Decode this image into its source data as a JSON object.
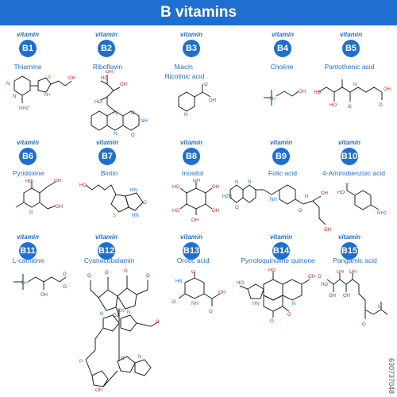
{
  "title": "B vitamins",
  "badge_word": "vitamin",
  "vitamins": [
    {
      "code": "B1",
      "name": "Thiamine"
    },
    {
      "code": "B2",
      "name": "Riboflavin"
    },
    {
      "code": "B3",
      "name": "Niacin",
      "subname": "Nicotinic acid"
    },
    {
      "code": "B4",
      "name": "Choline"
    },
    {
      "code": "B5",
      "name": "Pantothenic acid"
    },
    {
      "code": "B6",
      "name": "Pyridoxine"
    },
    {
      "code": "B7",
      "name": "Biotin"
    },
    {
      "code": "B8",
      "name": "Inositol"
    },
    {
      "code": "B9",
      "name": "Folic acid"
    },
    {
      "code": "B10",
      "name": "4-Aminobenzoic acid"
    },
    {
      "code": "B11",
      "name": "L-carnitine"
    },
    {
      "code": "B12",
      "name": "Cyanocobalamin"
    },
    {
      "code": "B13",
      "name": "Orotic acid"
    },
    {
      "code": "B14",
      "name": "Pyrroloquinoline quinone"
    },
    {
      "code": "B15",
      "name": "Pangamic acid"
    }
  ],
  "watermark": "630737048",
  "colors": {
    "accent": "#1f6fd1",
    "oxygen": "#c62828",
    "nitrogen": "#1f6fd1"
  }
}
